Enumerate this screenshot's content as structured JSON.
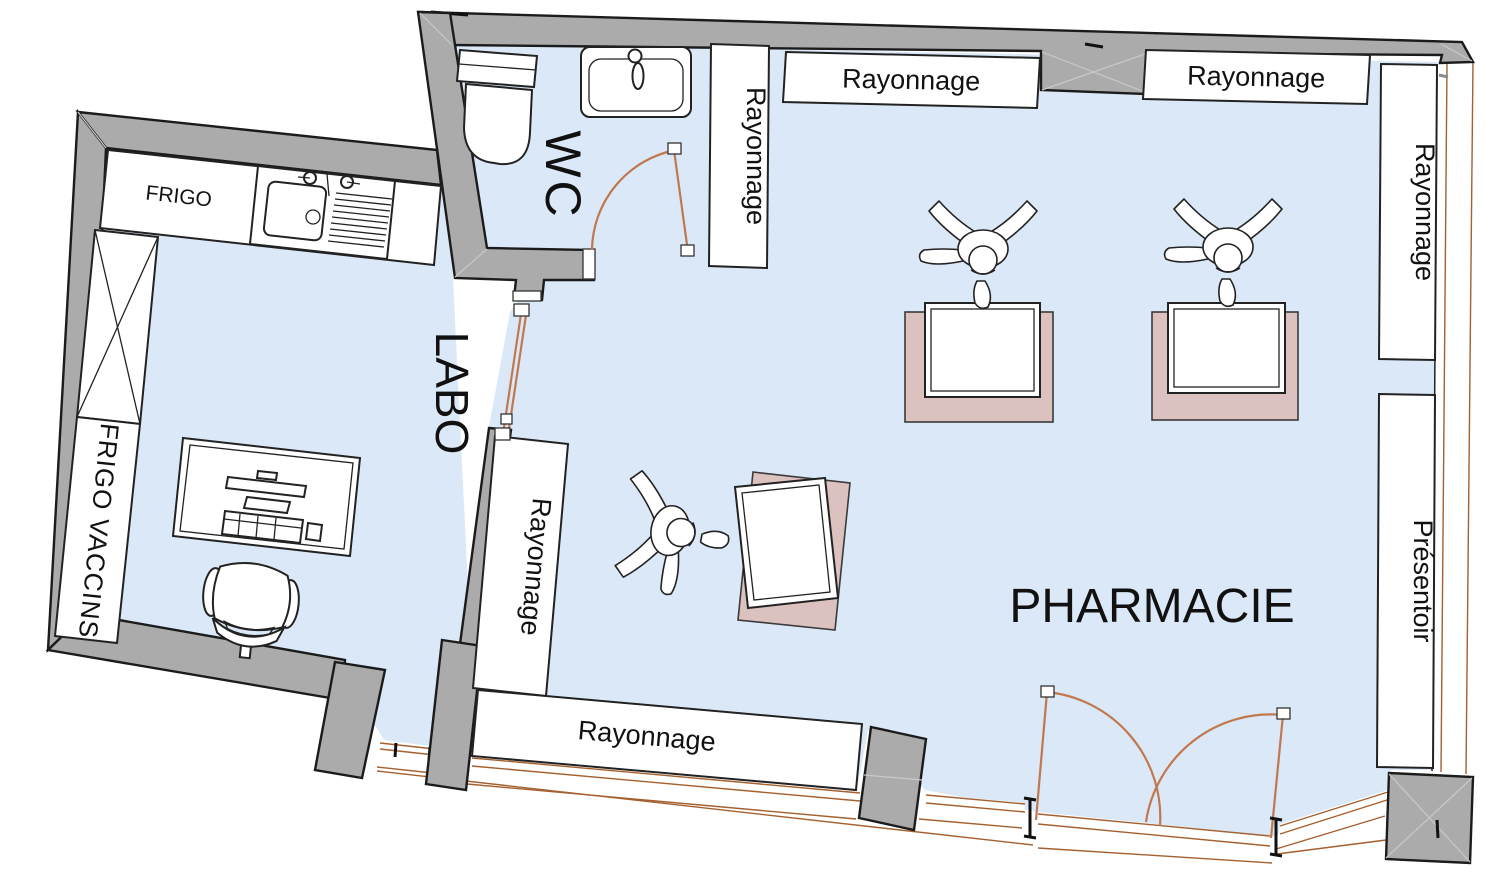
{
  "labels": {
    "labo": "LABO",
    "wc": "WC",
    "pharmacie": "PHARMACIE",
    "frigo": "FRIGO",
    "frigo_vaccins": "FRIGO VACCINS",
    "rayonnage": "Rayonnage",
    "presentoir": "Présentoir"
  },
  "colors": {
    "wall": "#ababab",
    "wall_outline": "#1b1b1b",
    "floor": "#dbe8f7",
    "mat": "#dcc2be",
    "joinery": "#c0794e",
    "sill": "#a4602f",
    "furniture_outline": "#222222",
    "text": "#111111",
    "background": "#ffffff"
  }
}
